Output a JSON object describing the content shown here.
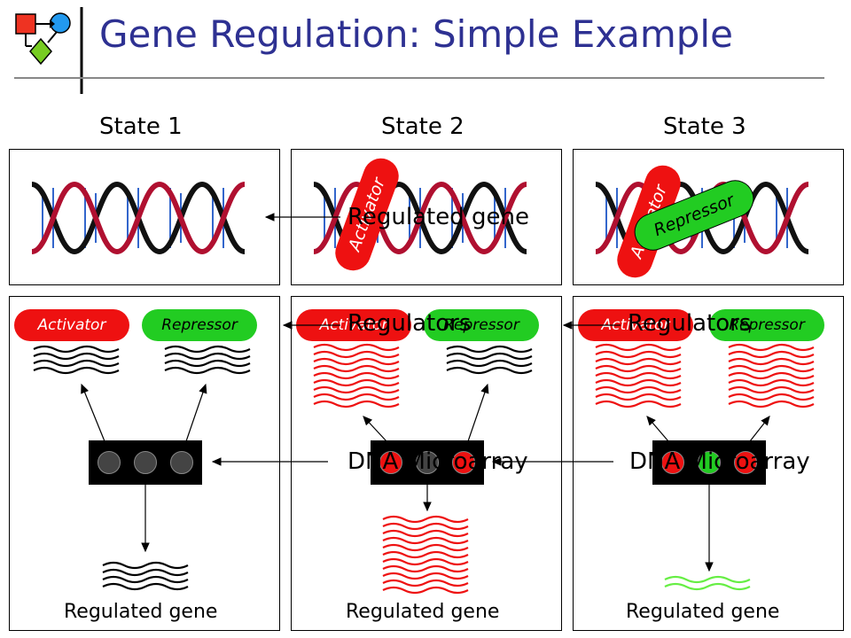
{
  "slide": {
    "title": "Gene Regulation: Simple Example",
    "states": [
      {
        "label": "State 1",
        "bound_proteins": [],
        "activator_label": "Activator",
        "repressor_label": "Repressor",
        "activator_expression": "low",
        "repressor_expression": "low",
        "array_spots": [
          "off",
          "off",
          "off"
        ],
        "gene_expression": "low",
        "gene_caption": "Regulated gene"
      },
      {
        "label": "State 2",
        "bound_proteins": [
          "Activator"
        ],
        "activator_label": "Activator",
        "repressor_label": "Repressor",
        "activator_expression": "high",
        "repressor_expression": "low",
        "array_spots": [
          "red",
          "off",
          "red"
        ],
        "gene_expression": "high",
        "gene_caption": "Regulated gene"
      },
      {
        "label": "State 3",
        "bound_proteins": [
          "Activator",
          "Repressor"
        ],
        "activator_label": "Activator",
        "repressor_label": "Repressor",
        "activator_expression": "high",
        "repressor_expression": "high",
        "array_spots": [
          "red",
          "green",
          "red"
        ],
        "gene_expression": "repressed",
        "gene_caption": "Regulated gene"
      }
    ],
    "overlay_labels": {
      "regulated_gene": "Regulated gene",
      "regulators_2": "Regulators",
      "regulators_3": "Regulators",
      "microarray_2": "DNA Microarray",
      "microarray_3": "DNA Microarray"
    },
    "colors": {
      "title": "#2e3192",
      "activator": "#ee1111",
      "repressor": "#22cc22",
      "spot_off": "#444444",
      "spot_red": "#ee1111",
      "spot_green": "#22cc22"
    }
  }
}
